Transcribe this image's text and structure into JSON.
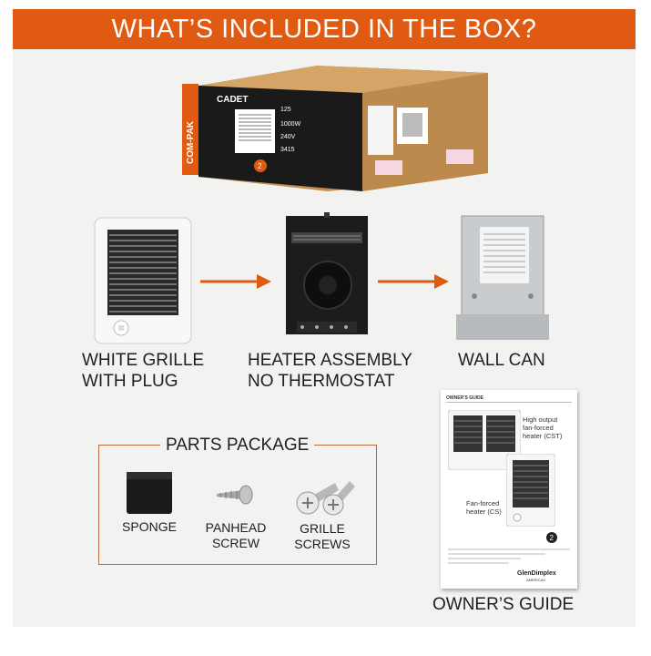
{
  "banner": {
    "title": "WHAT’S INCLUDED IN THE BOX?"
  },
  "box": {
    "brand": "CADET",
    "side_label": "COM-PAK",
    "specs": [
      "125",
      "1000W",
      "240V",
      "3415"
    ],
    "badge": "2"
  },
  "items": {
    "grille": {
      "line1": "WHITE GRILLE",
      "line2": "WITH PLUG"
    },
    "heater": {
      "line1": "HEATER ASSEMBLY",
      "line2": "NO THERMOSTAT"
    },
    "wallcan": {
      "line1": "WALL CAN"
    }
  },
  "parts": {
    "title": "PARTS PACKAGE",
    "sponge": "SPONGE",
    "panhead_line1": "PANHEAD",
    "panhead_line2": "SCREW",
    "grille_line1": "GRILLE",
    "grille_line2": "SCREWS"
  },
  "guide": {
    "header": "OWNER’S GUIDE",
    "cst_line1": "High output",
    "cst_line2": "fan-forced",
    "cst_line3": "heater (CST)",
    "cs_line1": "Fan-forced",
    "cs_line2": "heater (CS)",
    "badge": "2",
    "logo": "GlenDimplex",
    "logo_sub": "AMERICAS",
    "label": "OWNER’S GUIDE"
  },
  "colors": {
    "accent": "#e05a12",
    "frame": "#b96a3a",
    "panel": "#f2f2f1"
  }
}
